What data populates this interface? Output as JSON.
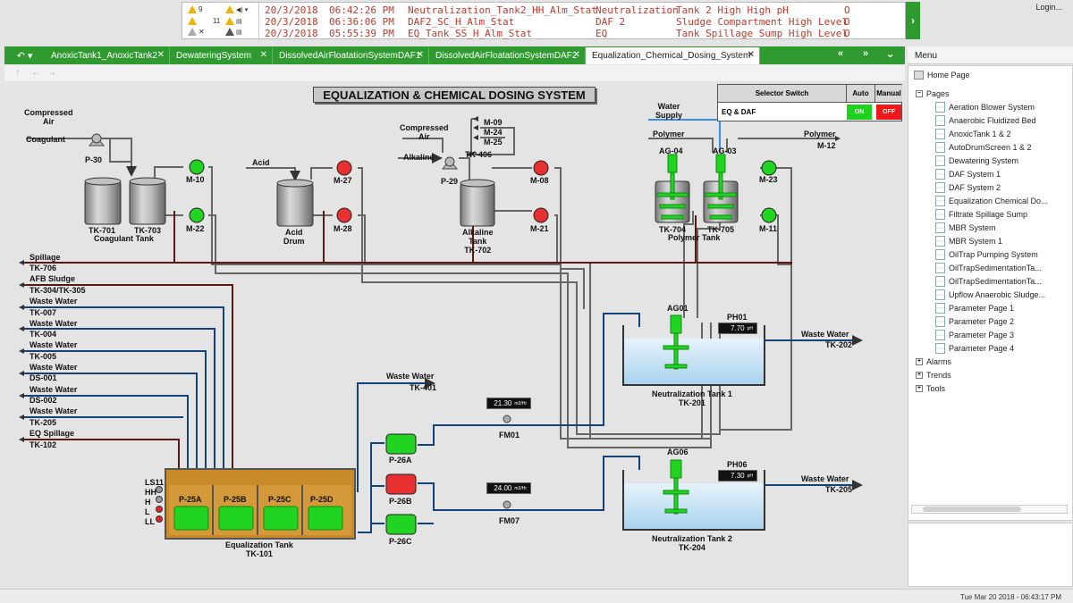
{
  "alarm_counts": {
    "c1": "9",
    "c2": "11",
    "c3": "✕"
  },
  "alarms": [
    {
      "date": "20/3/2018",
      "time": "06:42:26 PM",
      "tag": "Neutralization_Tank2_HH_Alm_Stat",
      "area": "Neutralization",
      "desc": "Tank 2 High High pH",
      "state": "O"
    },
    {
      "date": "20/3/2018",
      "time": "06:36:06 PM",
      "tag": "DAF2_SC_H_Alm_Stat",
      "area": "DAF 2",
      "desc": "Sludge Compartment High Level",
      "state": "O"
    },
    {
      "date": "20/3/2018",
      "time": "05:55:39 PM",
      "tag": "EQ_Tank_SS_H_Alm_Stat",
      "area": "EQ",
      "desc": "Tank Spillage Sump High Level",
      "state": "O"
    }
  ],
  "login": "Login...",
  "tabs": [
    {
      "label": "AnoxicTank1_AnoxicTank2"
    },
    {
      "label": "DewateringSystem"
    },
    {
      "label": "DissolvedAirFloatationSystemDAF1"
    },
    {
      "label": "DissolvedAirFloatationSystemDAF2"
    },
    {
      "label": "Equalization_Chemical_Dosing_System"
    }
  ],
  "tab_close": "✕",
  "title": "EQUALIZATION & CHEMICAL DOSING SYSTEM",
  "selector": {
    "header": "Selector Switch",
    "auto": "Auto",
    "manual": "Manual",
    "value": "EQ & DAF",
    "on": "ON",
    "off": "OFF"
  },
  "labels": {
    "compressed_air_1": "Compressed\nAir",
    "coagulant": "Coagulant",
    "p30": "P-30",
    "m10": "M-10",
    "m22": "M-22",
    "tk701": "TK-701",
    "tk703": "TK-703",
    "coag_tank": "Coagulant Tank",
    "acid": "Acid",
    "acid_drum": "Acid\nDrum",
    "m27": "M-27",
    "m28": "M-28",
    "compressed_air_2": "Compressed\nAir",
    "alkaline": "Alkaline",
    "p29": "P-29",
    "m09": "M-09",
    "m24": "M-24",
    "m25": "M-25",
    "tk406": "TK-406",
    "alk_tank": "Alkaline\nTank\nTK-702",
    "m08": "M-08",
    "m21": "M-21",
    "water_supply": "Water\nSupply",
    "polymer_in": "Polymer",
    "ag04": "AG-04",
    "ag03": "AG-03",
    "tk704": "TK-704",
    "tk705": "TK-705",
    "polymer_tank": "Polymer Tank",
    "m23": "M-23",
    "m11": "M-11",
    "polymer_out": "Polymer",
    "m12": "M-12",
    "spillage": "Spillage",
    "tk706": "TK-706",
    "afb_sludge": "AFB Sludge",
    "tk304": "TK-304/TK-305",
    "ww1": "Waste Water",
    "tk007": "TK-007",
    "ww2": "Waste Water",
    "tk004": "TK-004",
    "ww3": "Waste Water",
    "tk005": "TK-005",
    "ww4": "Waste Water",
    "ds001": "DS-001",
    "ww5": "Waste Water",
    "ds002": "DS-002",
    "ww6": "Waste Water",
    "tk205": "TK-205",
    "eq_spillage": "EQ Spillage",
    "tk102": "TK-102",
    "ww_tk401": "Waste Water",
    "tk401": "TK-401",
    "fm01": "FM01",
    "fm07": "FM07",
    "p26a": "P-26A",
    "p26b": "P-26B",
    "p26c": "P-26C",
    "ls11": "LS11",
    "hh": "HH",
    "h": "H",
    "l": "L",
    "ll": "LL",
    "p25a": "P-25A",
    "p25b": "P-25B",
    "p25c": "P-25C",
    "p25d": "P-25D",
    "eq_tank": "Equalization Tank\nTK-101",
    "ag01": "AG01",
    "ph01": "PH01",
    "ww_out1": "Waste Water",
    "tk202": "TK-202",
    "neut1": "Neutralization Tank 1\nTK-201",
    "ag06": "AG06",
    "ph06": "PH06",
    "ww_out2": "Waste Water",
    "tk205_out": "TK-205",
    "neut2": "Neutralization Tank 2\nTK-204"
  },
  "readouts": {
    "fm01": {
      "value": "21.30",
      "unit": "m3/Hr"
    },
    "fm07": {
      "value": "24.00",
      "unit": "m3/Hr"
    },
    "ph01": {
      "value": "7.70",
      "unit": "pH"
    },
    "ph06": {
      "value": "7.30",
      "unit": "pH"
    }
  },
  "menu": {
    "header": "Menu",
    "home": "Home Page",
    "pages_label": "Pages",
    "pages": [
      "Aeration Blower System",
      "Anaerobic Fluidized Bed",
      "AnoxicTank 1 & 2",
      "AutoDrumScreen 1 & 2",
      "Dewatering System",
      "DAF System 1",
      "DAF System 2",
      "Equalization Chemical Do...",
      "Filtrate Spillage Sump",
      "MBR System",
      "MBR System 1",
      "OilTrap Pumping System",
      "OilTrapSedimentationTa...",
      "OilTrapSedimentationTa...",
      "Upflow Anaerobic Sludge...",
      "Parameter Page 1",
      "Parameter Page 2",
      "Parameter Page 3",
      "Parameter Page 4"
    ],
    "alarms": "Alarms",
    "trends": "Trends",
    "tools": "Tools"
  },
  "status_time": "Tue Mar 20 2018 - 06:43:17 PM",
  "colors": {
    "accent": "#2f9a2f",
    "alarm_text": "#c0392b",
    "pump_on": "#22d422",
    "pump_off": "#e83030",
    "pipe_blue": "#12427a",
    "pipe_brown": "#5a1a12",
    "pipe_grey": "#666666",
    "pipe_light_blue": "#3a8ee6"
  }
}
